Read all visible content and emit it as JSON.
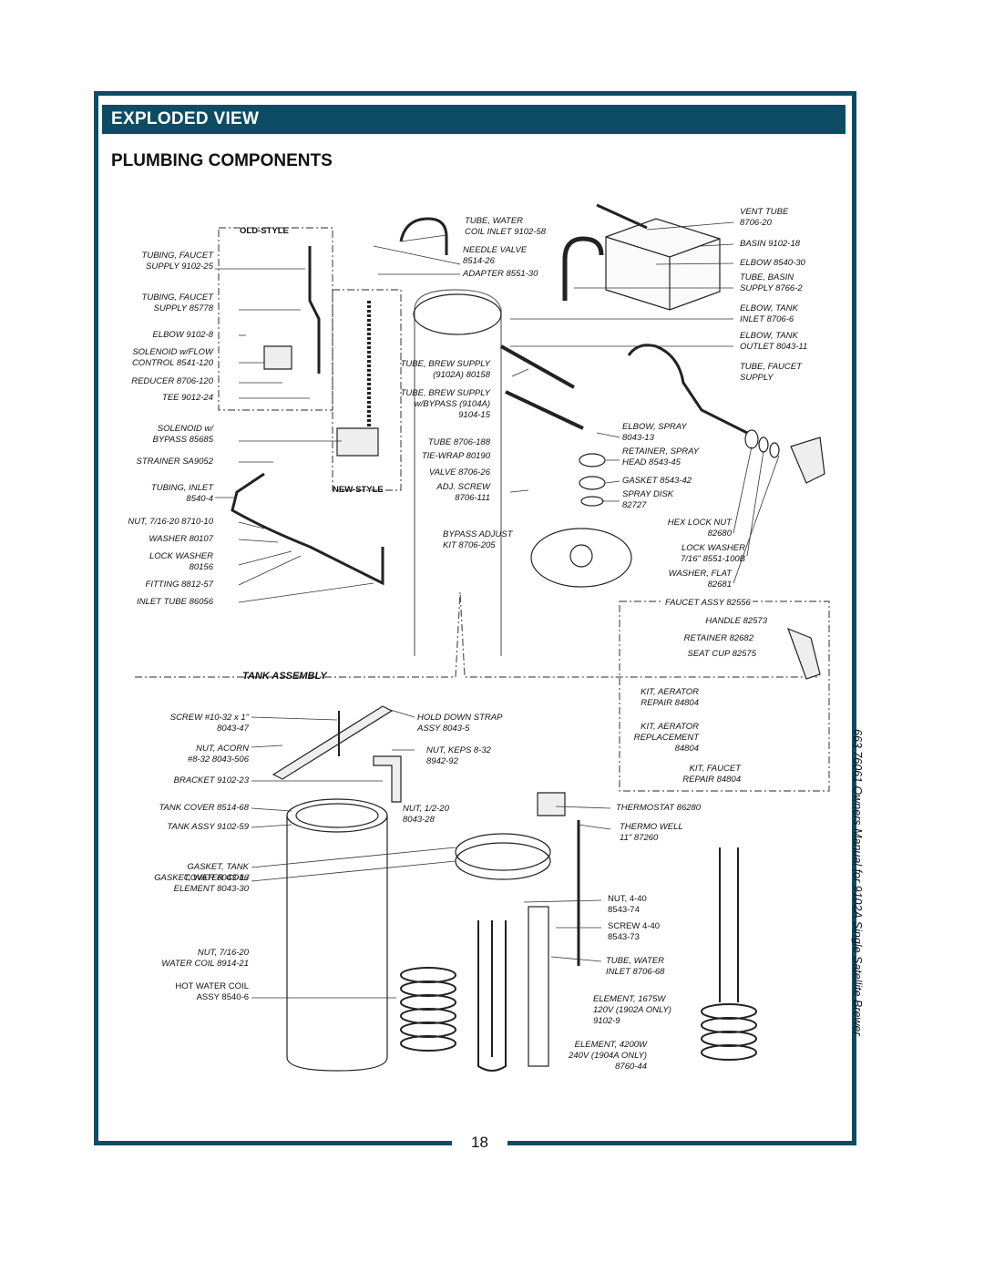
{
  "header": {
    "title": "EXPLODED VIEW"
  },
  "section_title": "PLUMBING COMPONENTS",
  "page_number": "18",
  "side_caption": "663 76061 Owners Manual for 9102A Single Satellite Brewer",
  "groups": {
    "old_style": "OLD-STYLE",
    "new_style": "NEW-STYLE",
    "tank_assembly": "TANK ASSEMBLY"
  },
  "parts_left": [
    {
      "name": "TUBING, FAUCET",
      "num": "SUPPLY 9102-25"
    },
    {
      "name": "TUBING, FAUCET",
      "num": "SUPPLY 85778"
    },
    {
      "name": "ELBOW  9102-8",
      "num": ""
    },
    {
      "name": "SOLENOID w/FLOW",
      "num": "CONTROL  8541-120"
    },
    {
      "name": "REDUCER  8706-120",
      "num": ""
    },
    {
      "name": "TEE  9012-24",
      "num": ""
    },
    {
      "name": "SOLENOID w/",
      "num": "BYPASS  85685"
    },
    {
      "name": "STRAINER  SA9052",
      "num": ""
    },
    {
      "name": "TUBING, INLET",
      "num": "8540-4"
    },
    {
      "name": "NUT, 7/16-20  8710-10",
      "num": ""
    },
    {
      "name": "WASHER  80107",
      "num": ""
    },
    {
      "name": "LOCK WASHER",
      "num": "80156"
    },
    {
      "name": "FITTING  8812-57",
      "num": ""
    },
    {
      "name": "INLET TUBE  86056",
      "num": ""
    }
  ],
  "parts_center": [
    {
      "name": "TUBE, WATER",
      "num": "COIL INLET 9102-58"
    },
    {
      "name": "NEEDLE VALVE",
      "num": "8514-26"
    },
    {
      "name": "ADAPTER  8551-30",
      "num": ""
    },
    {
      "name": "TUBE, BREW SUPPLY",
      "num": "(9102A)  80158"
    },
    {
      "name": "TUBE, BREW SUPPLY",
      "num": "w/BYPASS (9104A)"
    },
    {
      "name": "9104-15",
      "num": ""
    },
    {
      "name": "TUBE  8706-188",
      "num": ""
    },
    {
      "name": "TIE-WRAP  80190",
      "num": ""
    },
    {
      "name": "VALVE  8706-26",
      "num": ""
    },
    {
      "name": "ADJ. SCREW",
      "num": "8706-111"
    },
    {
      "name": "BYPASS ADJUST",
      "num": "KIT  8706-205"
    }
  ],
  "parts_right": [
    {
      "name": "VENT TUBE",
      "num": "8706-20"
    },
    {
      "name": "BASIN  9102-18",
      "num": ""
    },
    {
      "name": "ELBOW  8540-30",
      "num": ""
    },
    {
      "name": "TUBE, BASIN",
      "num": "SUPPLY  8766-2"
    },
    {
      "name": "ELBOW, TANK",
      "num": "INLET  8706-6"
    },
    {
      "name": "ELBOW, TANK",
      "num": "OUTLET  8043-11"
    },
    {
      "name": "TUBE, FAUCET",
      "num": "SUPPLY"
    },
    {
      "name": "ELBOW, SPRAY",
      "num": "8043-13"
    },
    {
      "name": "RETAINER, SPRAY",
      "num": "HEAD  8543-45"
    },
    {
      "name": "GASKET  8543-42",
      "num": ""
    },
    {
      "name": "SPRAY DISK",
      "num": "82727"
    },
    {
      "name": "HEX LOCK NUT",
      "num": "82680"
    },
    {
      "name": "LOCK WASHER",
      "num": "7/16\"  8551-100B"
    },
    {
      "name": "WASHER, FLAT",
      "num": "82681"
    }
  ],
  "faucet": [
    {
      "name": "FAUCET ASSY  82556",
      "num": ""
    },
    {
      "name": "HANDLE  82573",
      "num": ""
    },
    {
      "name": "RETAINER  82682",
      "num": ""
    },
    {
      "name": "SEAT CUP  82575",
      "num": ""
    },
    {
      "name": "KIT, AERATOR",
      "num": "REPAIR  84804"
    },
    {
      "name": "KIT, AERATOR",
      "num": "REPLACEMENT"
    },
    {
      "name": "84804",
      "num": ""
    },
    {
      "name": "KIT, FAUCET",
      "num": "REPAIR  84804"
    }
  ],
  "tank_left": [
    {
      "name": "SCREW #10-32 x 1\"",
      "num": "8043-47"
    },
    {
      "name": "NUT, ACORN",
      "num": "#8-32  8043-506"
    },
    {
      "name": "BRACKET  9102-23",
      "num": ""
    },
    {
      "name": "TANK COVER  8514-68",
      "num": ""
    },
    {
      "name": "TANK ASSY  9102-59",
      "num": ""
    },
    {
      "name": "GASKET, TANK",
      "num": "COVER  8043-16"
    },
    {
      "name": "GASKET, WATER COIL/",
      "num": "ELEMENT  8043-30"
    },
    {
      "name": "NUT, 7/16-20",
      "num": "WATER COIL  8914-21"
    },
    {
      "name": "HOT WATER COIL",
      "num": "ASSY  8540-6"
    }
  ],
  "tank_center": [
    {
      "name": "HOLD DOWN STRAP",
      "num": "ASSY  8043-5"
    },
    {
      "name": "NUT, KEPS  8-32",
      "num": "8942-92"
    },
    {
      "name": "NUT, 1/2-20",
      "num": "8043-28"
    }
  ],
  "tank_right": [
    {
      "name": "THERMOSTAT  86280",
      "num": ""
    },
    {
      "name": "THERMO WELL",
      "num": "11\"  87260"
    },
    {
      "name": "NUT, 4-40",
      "num": "8543-74"
    },
    {
      "name": "SCREW 4-40",
      "num": "8543-73"
    },
    {
      "name": "TUBE, WATER",
      "num": "INLET  8706-68"
    },
    {
      "name": "ELEMENT, 1675W",
      "num": "120V (1902A ONLY)",
      "extra": "9102-9"
    },
    {
      "name": "ELEMENT, 4200W",
      "num": "240V (1904A ONLY)",
      "extra": "8760-44"
    }
  ]
}
